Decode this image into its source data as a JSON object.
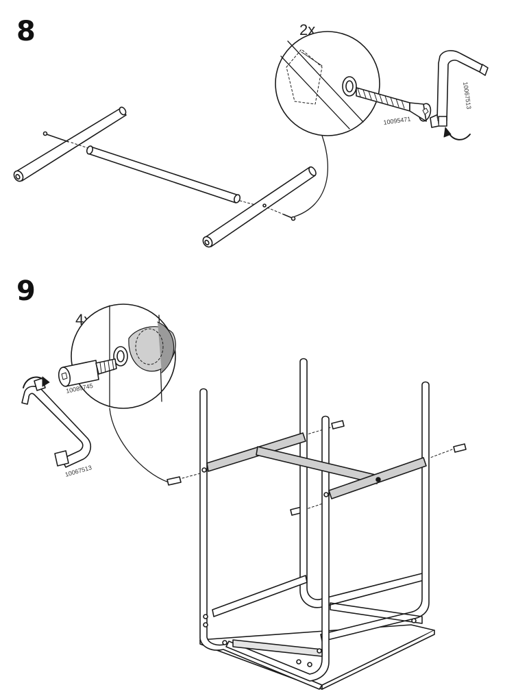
{
  "steps": [
    {
      "number": "8",
      "quantity": "2x",
      "part_codes": {
        "bolt": "10095471",
        "key": "10067513"
      }
    },
    {
      "number": "9",
      "quantity": "4x",
      "part_codes": {
        "dowel": "10089745",
        "key": "10067513"
      }
    }
  ],
  "icons": [
    "allen-key-icon",
    "rotate-arrow-icon",
    "bolt-icon",
    "dowel-icon"
  ],
  "colors": {
    "line": "#1a1a1a",
    "fill": "#ffffff",
    "shade": "#cfcfcf",
    "dark_shade": "#9a9a9a"
  }
}
